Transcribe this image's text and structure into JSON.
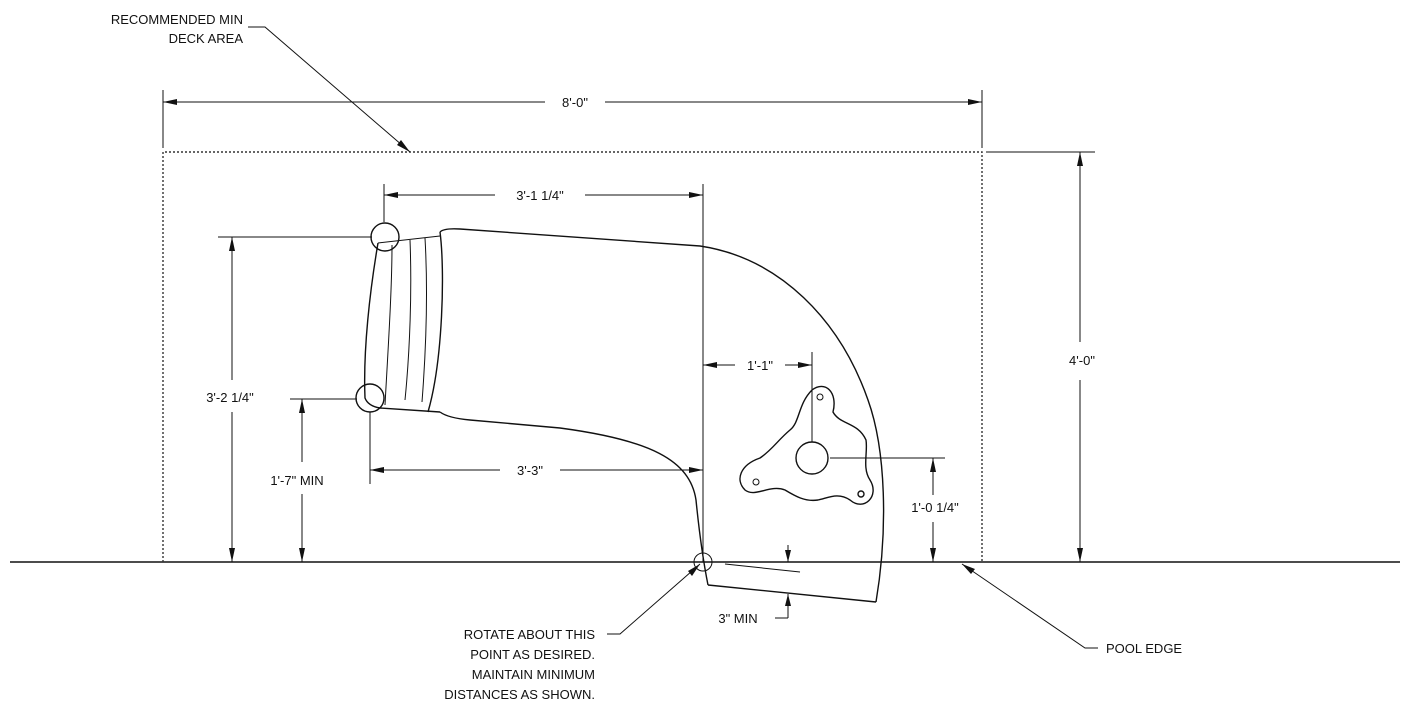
{
  "labels": {
    "deck_area_line1": "RECOMMENDED MIN",
    "deck_area_line2": "DECK AREA",
    "rotate_line1": "ROTATE ABOUT THIS",
    "rotate_line2": "POINT AS DESIRED.",
    "rotate_line3": "MAINTAIN MINIMUM",
    "rotate_line4": "DISTANCES AS SHOWN.",
    "pool_edge": "POOL EDGE"
  },
  "dimensions": {
    "deck_width": "8'-0\"",
    "deck_depth": "4'-0\"",
    "top_run": "3'-1 1/4\"",
    "rail_height": "3'-2 1/4\"",
    "side_offset": "1'-1\"",
    "mount_height": "1'-0 1/4\"",
    "bottom_run": "3'-3\"",
    "min_height": "1'-7\" MIN",
    "edge_clearance": "3\" MIN"
  }
}
